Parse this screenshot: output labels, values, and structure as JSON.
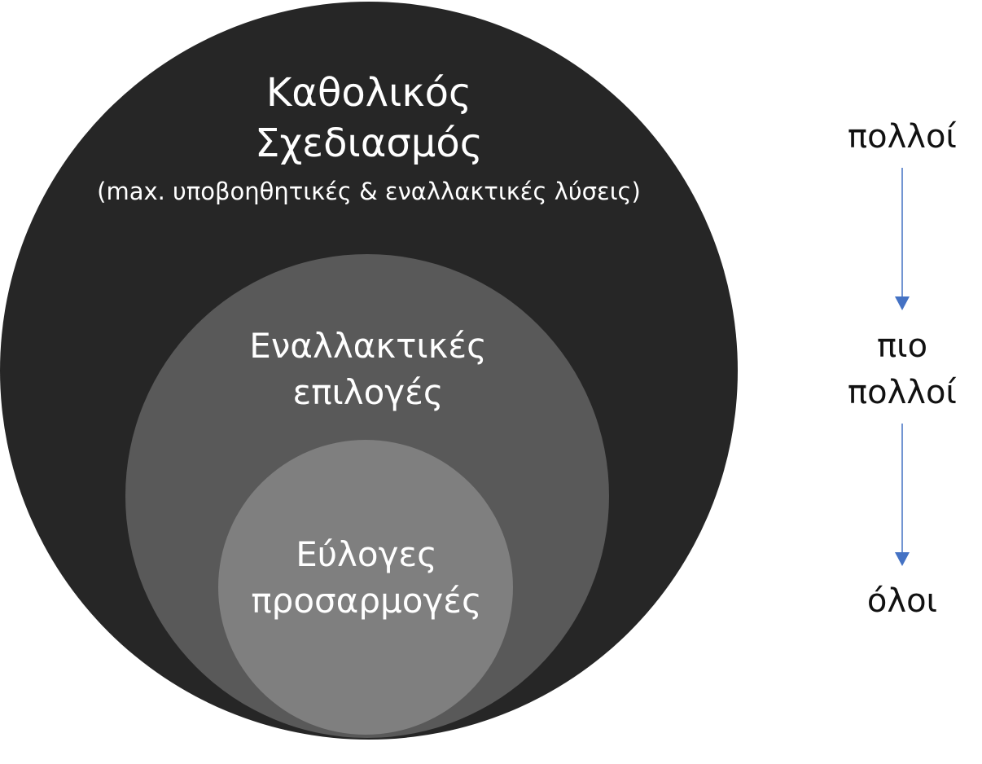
{
  "colors": {
    "outer": "#262626",
    "middle": "#595959",
    "inner": "#7f7f7f",
    "arrow": "#4472c4",
    "text_light": "#ffffff",
    "text_dark": "#111111"
  },
  "circles": {
    "outer": {
      "title_line1": "Καθολικός",
      "title_line2": "Σχεδιασμός",
      "subtitle": "(max. υποβοηθητικές & εναλλακτικές λύσεις)"
    },
    "middle": {
      "title_line1": "Εναλλακτικές",
      "title_line2": "επιλογές"
    },
    "inner": {
      "title_line1": "Εύλογες",
      "title_line2": "προσαρμογές"
    }
  },
  "scale": {
    "top": "πολλοί",
    "mid_line1": "πιο",
    "mid_line2": "πολλοί",
    "bottom": "όλοι"
  }
}
